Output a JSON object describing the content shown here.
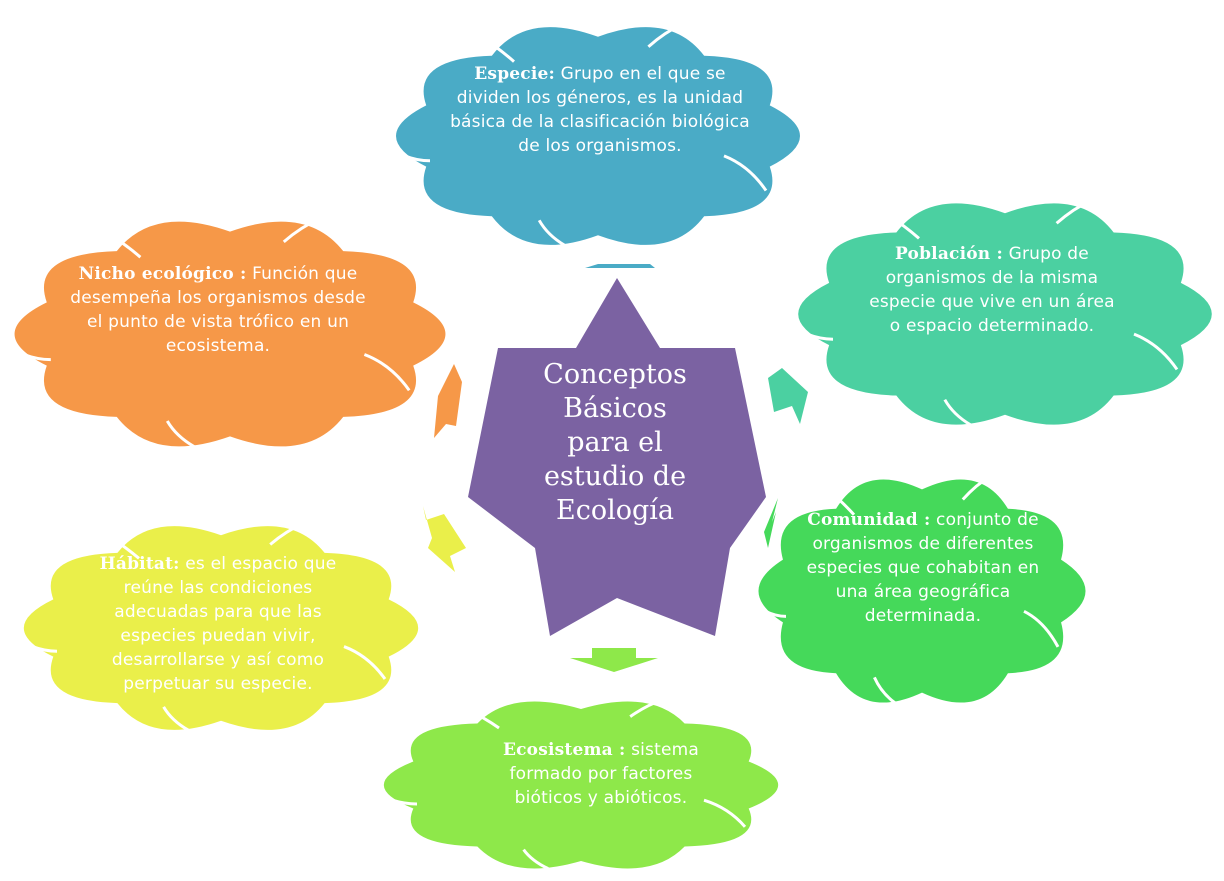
{
  "diagram": {
    "center": {
      "lines": [
        "Conceptos",
        "Básicos",
        "para el",
        "estudio de",
        "Ecología"
      ],
      "color": "#7b62a2"
    },
    "concepts": [
      {
        "id": "especie",
        "term": "Especie:",
        "definition": "Grupo en el  que se dividen los géneros, es la unidad básica de la clasificación biológica de los organismos.",
        "color": "#4aabc6"
      },
      {
        "id": "poblacion",
        "term": "Población :",
        "definition": "Grupo de organismos de la misma especie que vive en un área o espacio determinado.",
        "color": "#4bd0a1"
      },
      {
        "id": "comunidad",
        "term": "Comunidad :",
        "definition": "conjunto de organismos de diferentes especies que cohabitan  en una área geográfica determinada.",
        "color": "#45d95a"
      },
      {
        "id": "ecosistema",
        "term": "Ecosistema :",
        "definition": "sistema formado por factores bióticos y abióticos.",
        "color": "#8ee84a"
      },
      {
        "id": "habitat",
        "term": "Hábitat:",
        "definition": "es el espacio que reúne las condiciones adecuadas para que las especies puedan  vivir, desarrollarse  y  así como perpetuar su especie.",
        "color": "#eaef4a"
      },
      {
        "id": "nicho",
        "term": "Nicho ecológico :",
        "definition": "Función que desempeña  los organismos desde el punto de vista trófico en un ecosistema.",
        "color": "#f69848"
      }
    ]
  }
}
